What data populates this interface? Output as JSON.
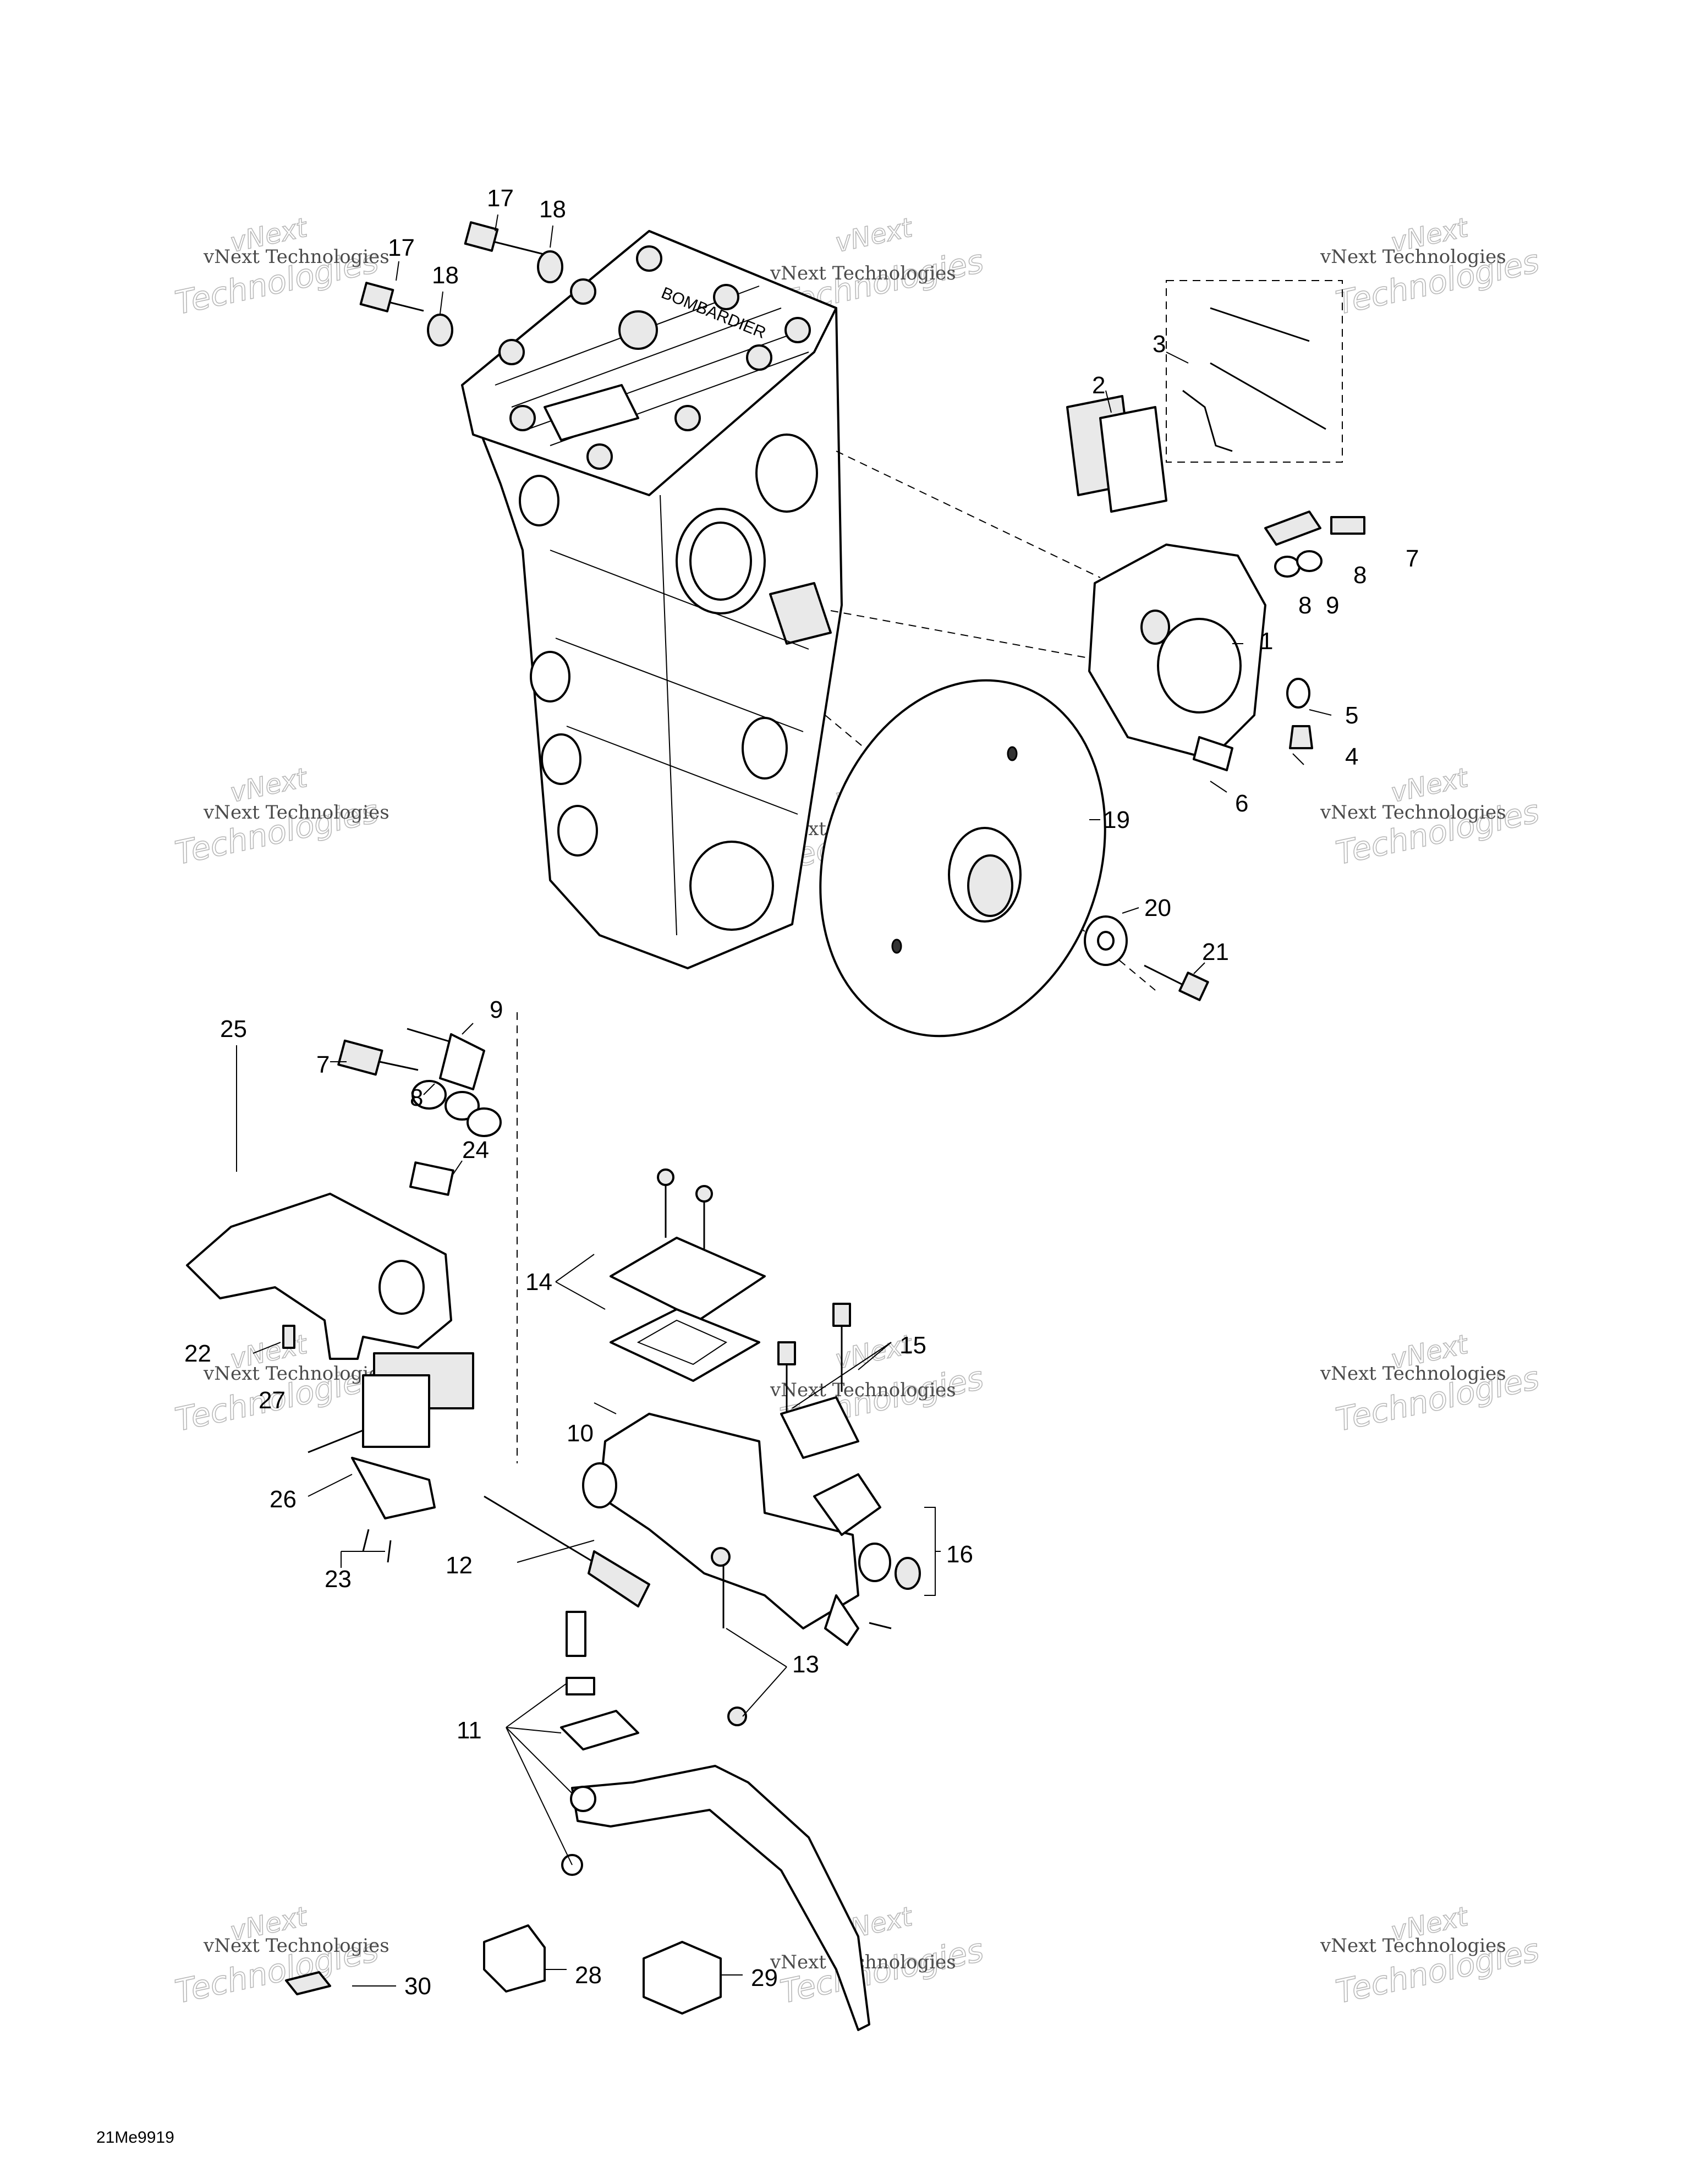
{
  "figure_code": "21Me9919",
  "housing_logo_text": "BOMBARDIER",
  "watermark": {
    "line1": "vNext Technologies",
    "line2": "Technologies",
    "line3": "vNext"
  },
  "callouts": {
    "c1": "1",
    "c2": "2",
    "c3": "3",
    "c4": "4",
    "c5": "5",
    "c6": "6",
    "c7a": "7",
    "c7b": "7",
    "c8a": "8",
    "c8b": "8",
    "c9a": "9",
    "c9b": "9",
    "c10": "10",
    "c11": "11",
    "c12": "12",
    "c13": "13",
    "c14": "14",
    "c15": "15",
    "c16": "16",
    "c17a": "17",
    "c17b": "17",
    "c18a": "18",
    "c18b": "18",
    "c19": "19",
    "c20": "20",
    "c21": "21",
    "c22": "22",
    "c23": "23",
    "c24": "24",
    "c25": "25",
    "c26": "26",
    "c27": "27",
    "c28": "28",
    "c29": "29",
    "c30": "30"
  }
}
